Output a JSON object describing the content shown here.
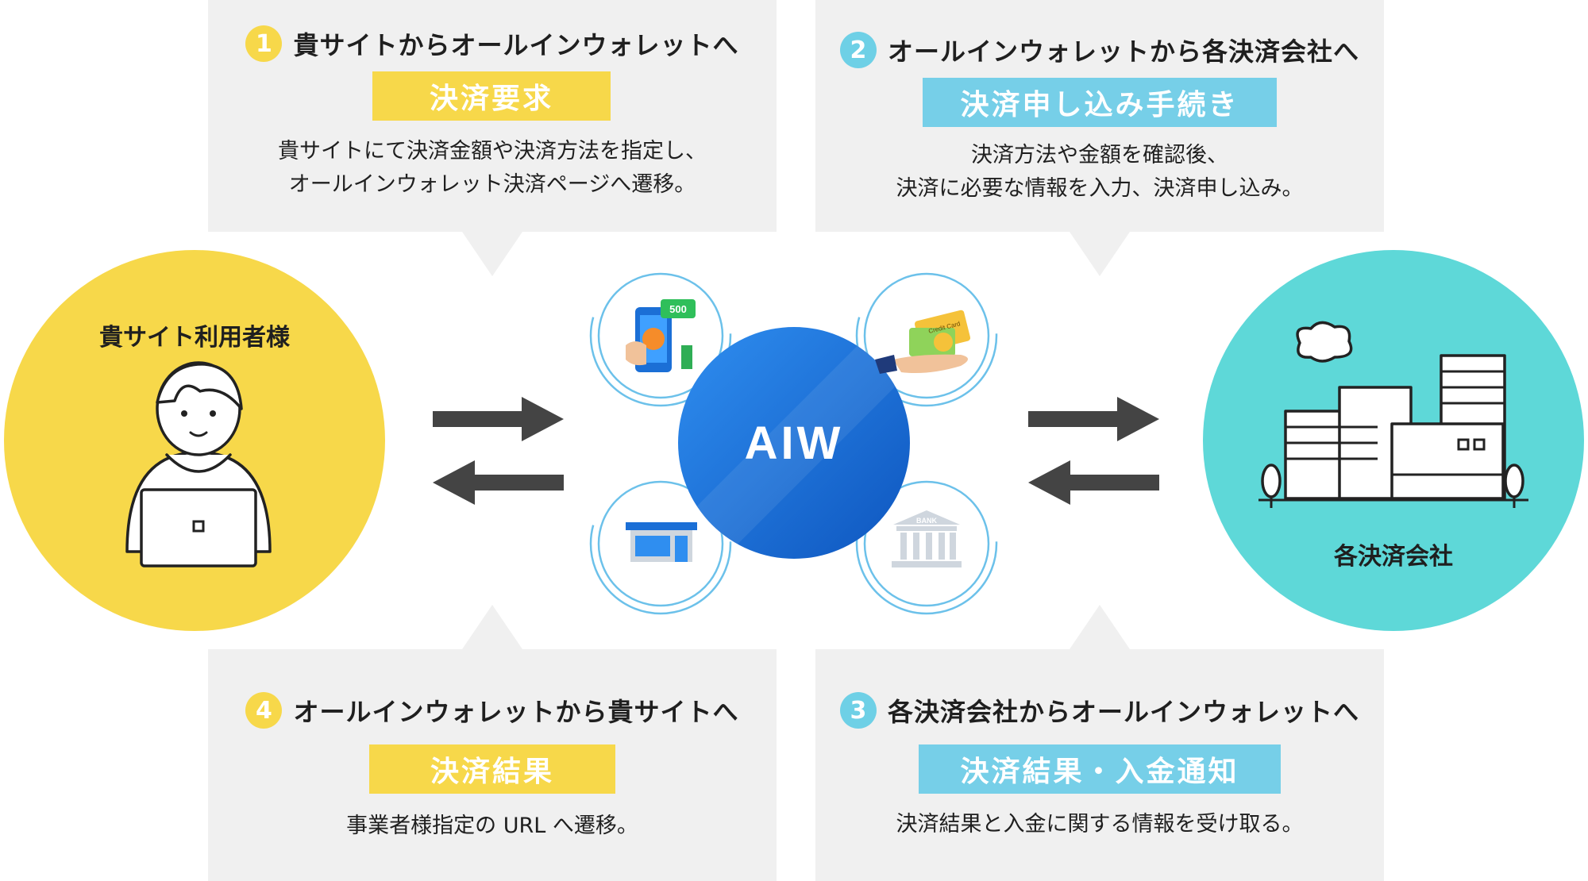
{
  "steps": [
    {
      "number": "1",
      "title": "貴サイトからオールインウォレットへ",
      "label": "決済要求",
      "desc_line1": "貴サイトにて決済金額や決済方法を指定し、",
      "desc_line2": "オールインウォレット決済ページへ遷移。"
    },
    {
      "number": "2",
      "title": "オールインウォレットから各決済会社へ",
      "label": "決済申し込み手続き",
      "desc_line1": "決済方法や金額を確認後、",
      "desc_line2": "決済に必要な情報を入力、決済申し込み。"
    },
    {
      "number": "3",
      "title": "各決済会社からオールインウォレットへ",
      "label": "決済結果・入金通知",
      "desc_line1": "決済結果と入金に関する情報を受け取る。"
    },
    {
      "number": "4",
      "title": "オールインウォレットから貴サイトへ",
      "label": "決済結果",
      "desc_line1": "事業者様指定の URL へ遷移。"
    }
  ],
  "user": {
    "label": "貴サイト利用者様"
  },
  "company": {
    "label": "各決済会社"
  },
  "center": {
    "label": "AIW",
    "phone_badge": "500",
    "card_text": "Credit Card",
    "bank_text": "BANK"
  },
  "colors": {
    "yellow": "#f7d84a",
    "teal": "#5ed8d8",
    "blue": "#1f6fd0",
    "lightblue": "#76cfe8",
    "card_bg": "#f0f0f0",
    "arrow": "#444444"
  }
}
